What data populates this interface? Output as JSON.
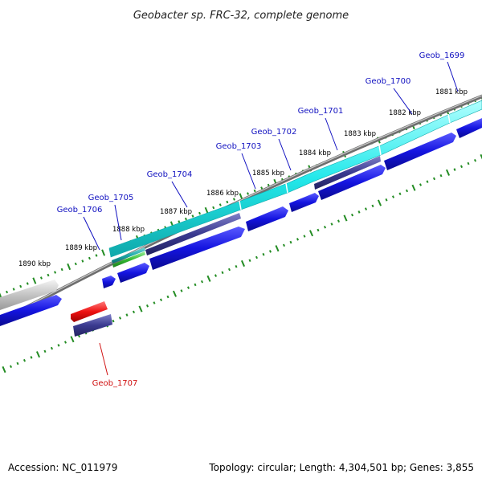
{
  "title": "Geobacter sp. FRC-32, complete genome",
  "footer": {
    "accession": "Accession: NC_011979",
    "summary": "Topology: circular; Length: 4,304,501 bp; Genes: 3,855"
  },
  "kbp_labels": [
    "1881 kbp",
    "1882 kbp",
    "1883 kbp",
    "1884 kbp",
    "1885 kbp",
    "1886 kbp",
    "1887 kbp",
    "1888 kbp",
    "1889 kbp",
    "1890 kbp"
  ],
  "genes_forward": [
    "Geob_1699",
    "Geob_1700",
    "Geob_1701",
    "Geob_1702",
    "Geob_1703",
    "Geob_1704",
    "Geob_1705",
    "Geob_1706"
  ],
  "genes_reverse": [
    "Geob_1707"
  ],
  "colors": {
    "forward_label": "#1010c0",
    "reverse_label": "#d01010",
    "cds": "#1414e0",
    "cds_dark": "#3a3a90",
    "hit_cyan": "#22e8ea",
    "hit_green": "#33bb33",
    "hit_teal": "#1aa8a8",
    "backbone": "#8a8a8a",
    "tick": "#238c23",
    "reverse_cds": "#ee1111",
    "reverse_cds_dark": "#3d3d8a"
  }
}
